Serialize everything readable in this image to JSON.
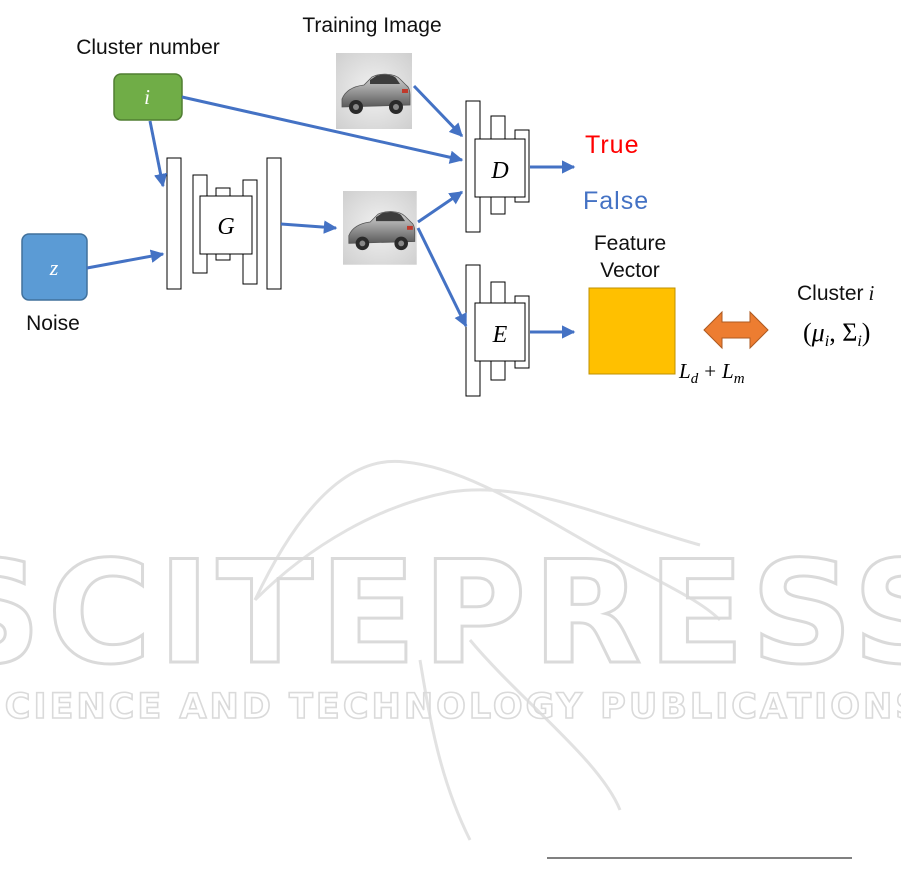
{
  "labels": {
    "training_image": "Training Image",
    "cluster_number": "Cluster number",
    "noise": "Noise",
    "true": "True",
    "false": "False",
    "feature": "Feature",
    "vector": "Vector",
    "cluster_label": "Cluster"
  },
  "symbols": {
    "cluster_index": "i",
    "noise_var": "z",
    "generator": "G",
    "discriminator": "D",
    "encoder": "E",
    "loss_d_base": "L",
    "loss_d_sub": "d",
    "loss_plus": "+",
    "loss_m_base": "L",
    "loss_m_sub": "m",
    "cluster_i": "i",
    "mu": "μ",
    "mu_sub": "i",
    "sigma": "Σ",
    "sigma_sub": "i"
  },
  "watermark": {
    "main": "SCITEPRESS",
    "sub": "SCIENCE AND TECHNOLOGY PUBLICATIONS"
  },
  "colors": {
    "arrow": "#4472c4",
    "cluster_box": "#70ad47",
    "noise_box": "#5b9bd5",
    "feature_box": "#ffc000",
    "double_arrow": "#ed7d31",
    "true_text": "#ff0000",
    "false_text": "#4472c4",
    "watermark": "#dadada"
  },
  "icons": {
    "training_image": "car-image-icon",
    "generated_image": "car-image-icon"
  }
}
